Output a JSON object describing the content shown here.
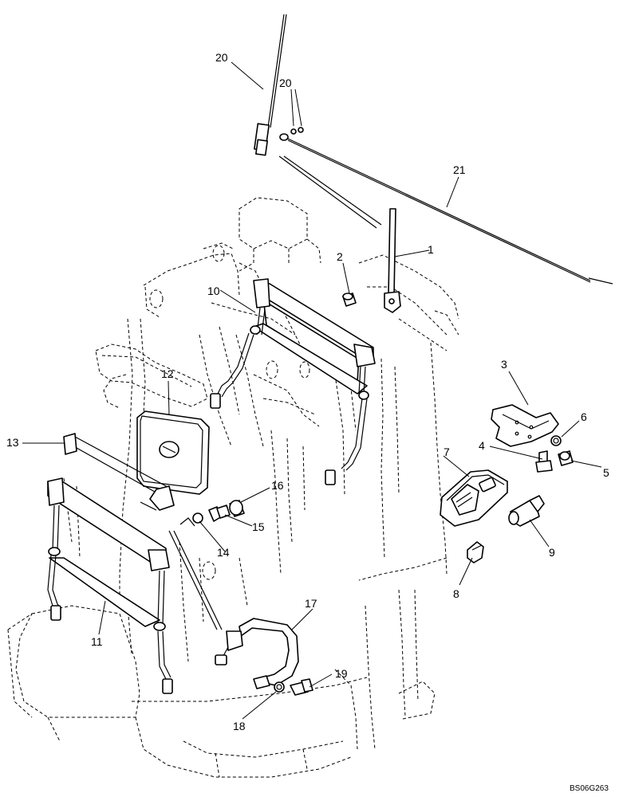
{
  "callouts": {
    "c1": "1",
    "c2": "2",
    "c3": "3",
    "c4": "4",
    "c5": "5",
    "c6": "6",
    "c7": "7",
    "c8": "8",
    "c9": "9",
    "c10": "10",
    "c11": "11",
    "c12": "12",
    "c13": "13",
    "c14": "14",
    "c15": "15",
    "c16": "16",
    "c17": "17",
    "c18": "18",
    "c19": "19",
    "c20a": "20",
    "c20b": "20",
    "c21": "21"
  },
  "drawing_code": "BS06G263"
}
